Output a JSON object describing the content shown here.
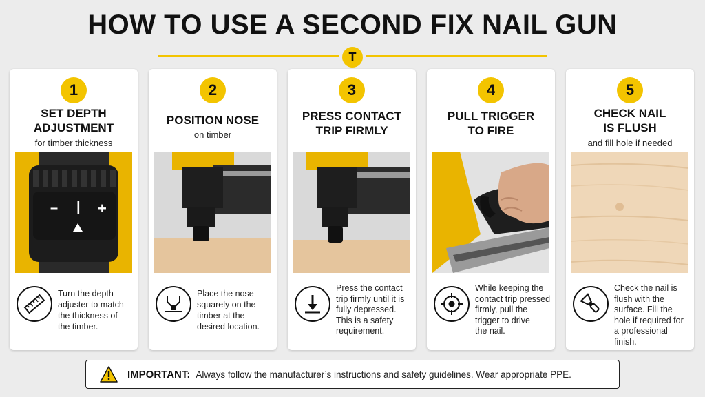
{
  "title": "HOW TO USE A SECOND FIX NAIL GUN",
  "badge": "T",
  "steps": [
    {
      "number": "1",
      "heading_lines": [
        "SET DEPTH",
        "ADJUSTMENT"
      ],
      "subtitle": "for timber thickness",
      "icon": "ruler-icon",
      "description_lines": [
        "Turn the depth",
        "adjuster to match",
        "the thickness of",
        "the timber."
      ],
      "dial_labels": [
        "–",
        "|",
        "+"
      ]
    },
    {
      "number": "2",
      "heading_lines": [
        "POSITION NOSE"
      ],
      "subtitle": "on timber",
      "icon": "nose-target-icon",
      "description_lines": [
        "Place the nose",
        "squarely on the",
        "timber at the",
        "desired location."
      ]
    },
    {
      "number": "3",
      "heading_lines": [
        "PRESS CONTACT",
        "TRIP FIRMLY"
      ],
      "subtitle": "",
      "icon": "press-down-icon",
      "description_lines": [
        "Press the contact",
        "trip firmly until it is",
        "fully depressed.",
        "This is a safety",
        "requirement."
      ]
    },
    {
      "number": "4",
      "heading_lines": [
        "PULL TRIGGER",
        "TO FIRE"
      ],
      "subtitle": "",
      "icon": "crosshair-icon",
      "description_lines": [
        "While keeping the",
        "contact trip pressed",
        "firmly, pull the",
        "trigger to drive",
        "the nail."
      ]
    },
    {
      "number": "5",
      "heading_lines": [
        "CHECK NAIL",
        "IS FLUSH"
      ],
      "subtitle": "and fill hole if needed",
      "icon": "filler-knife-icon",
      "description_lines": [
        "Check the nail is",
        "flush with the",
        "surface. Fill the",
        "hole if required for",
        "a professional finish."
      ]
    }
  ],
  "notice": {
    "label": "IMPORTANT:",
    "text": "Always follow the manufacturer’s instructions and safety guidelines. Wear appropriate PPE.",
    "icon": "warning-icon"
  },
  "colors": {
    "accent": "#f3c400",
    "text": "#111111",
    "background": "#ececec",
    "wood": "#e8c9a3"
  }
}
